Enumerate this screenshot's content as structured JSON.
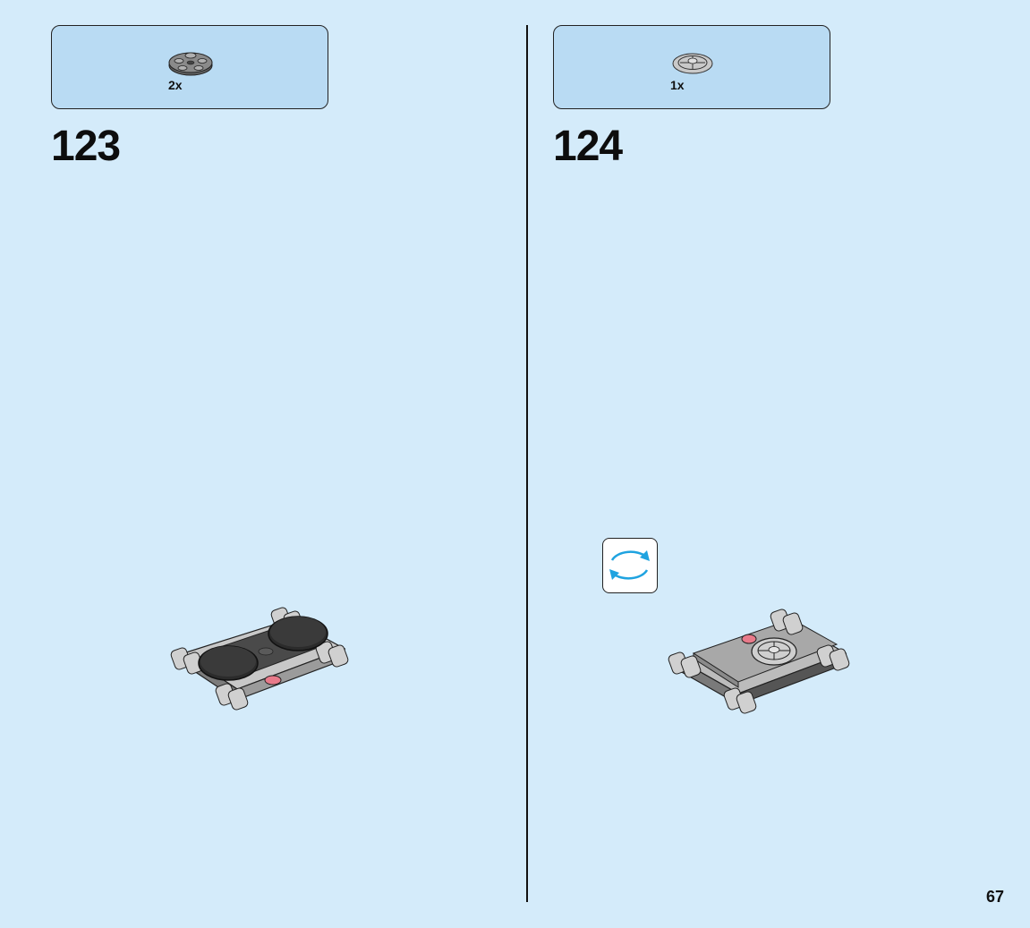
{
  "left_step": {
    "step_number": "123",
    "part_quantity": "2x",
    "part_icon": "round-plate-dark-gray-icon"
  },
  "right_step": {
    "step_number": "124",
    "part_quantity": "1x",
    "part_icon": "steering-wheel-light-gray-icon",
    "rotate_icon": "rotate-model-icon"
  },
  "page": {
    "page_number": "67",
    "background_color": "#d4ebfa",
    "callout_color": "#b9dbf3",
    "rotate_arrow_color": "#1fa3e0"
  }
}
